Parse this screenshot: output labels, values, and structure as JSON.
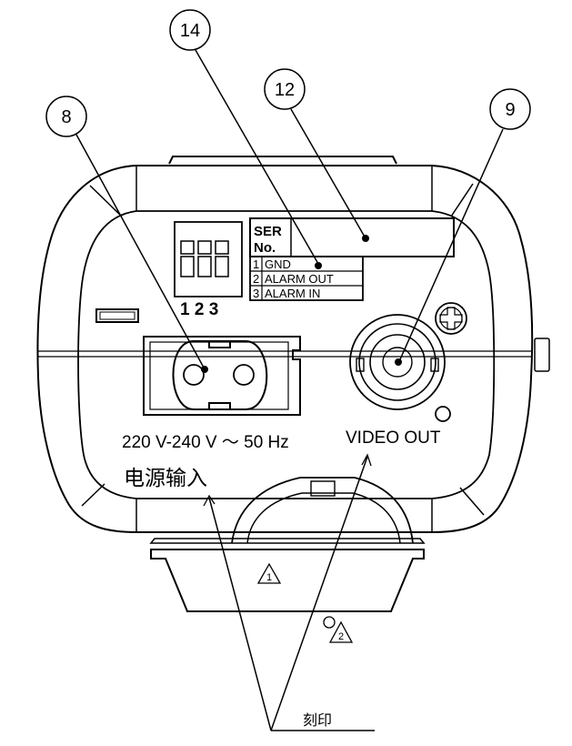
{
  "callouts": {
    "c14": "14",
    "c12": "12",
    "c8": "8",
    "c9": "9"
  },
  "ser_label": {
    "line1": "SER",
    "line2": "No."
  },
  "pin_table": {
    "rows": [
      {
        "num": "1",
        "name": "GND"
      },
      {
        "num": "2",
        "name": "ALARM OUT"
      },
      {
        "num": "3",
        "name": "ALARM IN"
      }
    ]
  },
  "dip_numbers": "1 2 3",
  "power_rating": "220 V-240 V ～ 50 Hz",
  "video_out": "VIDEO OUT",
  "power_input_cn": "电源输入",
  "engraving_label": "刻印",
  "notes": {
    "n1": "1",
    "n2": "2"
  }
}
